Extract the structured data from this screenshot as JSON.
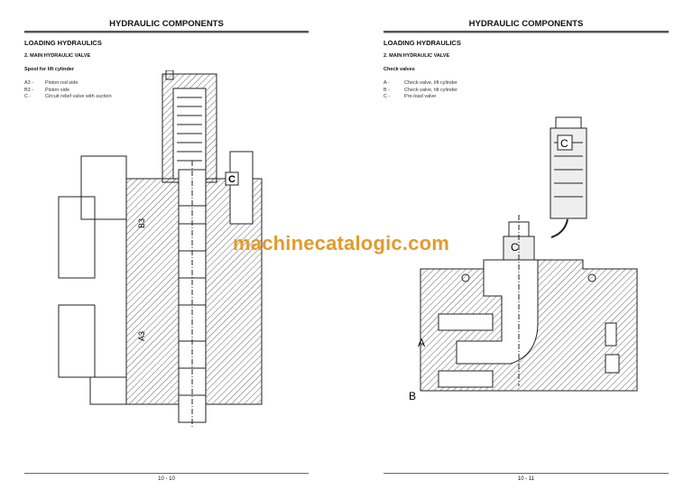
{
  "left_page": {
    "header": "HYDRAULIC COMPONENTS",
    "section": "LOADING HYDRAULICS",
    "subsection": "2.   MAIN HYDRAULIC VALVE",
    "caption": "Spool for lift cylinder",
    "legend": [
      {
        "key": "A3 -",
        "text": "Piston rod side"
      },
      {
        "key": "B3 -",
        "text": "Piston side"
      },
      {
        "key": "C -",
        "text": "Circuit relief valve with suction"
      }
    ],
    "figure_labels": {
      "c": "C",
      "b3": "B3",
      "a3": "A3"
    },
    "page_number": "10 - 10"
  },
  "right_page": {
    "header": "HYDRAULIC COMPONENTS",
    "section": "LOADING HYDRAULICS",
    "subsection": "2.   MAIN HYDRAULIC VALVE",
    "caption": "Check valves",
    "legend": [
      {
        "key": "A -",
        "text": "Check valve, lift cylinder"
      },
      {
        "key": "B -",
        "text": "Check valve, tilt cylinder"
      },
      {
        "key": "C -",
        "text": "Pre-load valve"
      }
    ],
    "figure_labels": {
      "c_top": "C",
      "c_mid": "C",
      "a": "A",
      "b": "B"
    },
    "page_number": "10 - 11"
  },
  "watermark": "machinecatalogic.com",
  "colors": {
    "watermark": "#e39a2d"
  }
}
